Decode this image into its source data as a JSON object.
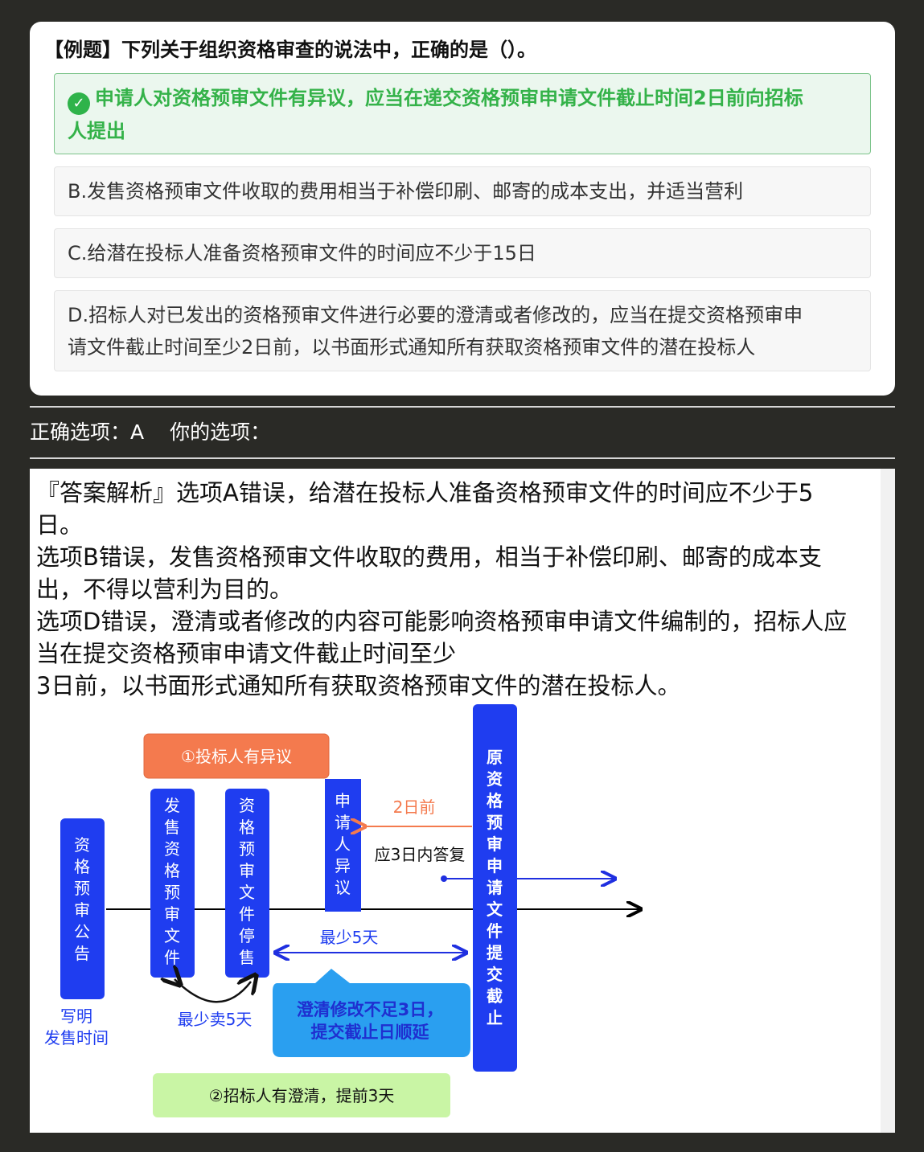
{
  "question": {
    "title": "【例题】下列关于组织资格审查的说法中，正确的是（）。"
  },
  "options": [
    {
      "text": "申请人对资格预审文件有异议，应当在递交资格预审申请文件截止时间2日前向招标人提出",
      "line1": "申请人对资格预审文件有异议，应当在递交资格预审申请文件截止时间2日前向招标",
      "line2": "人提出",
      "correct": true
    },
    {
      "text": "B.发售资格预审文件收取的费用相当于补偿印刷、邮寄的成本支出，并适当营利",
      "correct": false
    },
    {
      "text": "C.给潜在投标人准备资格预审文件的时间应不少于15日",
      "correct": false
    },
    {
      "line1": "D.招标人对已发出的资格预审文件进行必要的澄清或者修改的，应当在提交资格预审申",
      "line2": "请文件截止时间至少2日前，以书面形式通知所有获取资格预审文件的潜在投标人",
      "correct": false
    }
  ],
  "result": {
    "correct_label": "正确选项：A",
    "your_label": "你的选项："
  },
  "analysis": {
    "lines": [
      "『答案解析』选项A错误，给潜在投标人准备资格预审文件的时间应不少于5",
      "日。",
      "选项B错误，发售资格预审文件收取的费用，相当于补偿印刷、邮寄的成本支",
      "出，不得以营利为目的。",
      "选项D错误，澄清或者修改的内容可能影响资格预审申请文件编制的，招标人应",
      "当在提交资格预审申请文件截止时间至少",
      "3日前，以书面形式通知所有获取资格预审文件的潜在投标人。"
    ]
  },
  "diagram": {
    "objection_box": "①投标人有异议",
    "col_announcement": "资格预审公告",
    "col_sell": "发售资格预审文件",
    "col_stop": "资格预审文件停售",
    "col_applicant": "申请人异议",
    "col_deadline": "原资格预审申请文件提交截止",
    "label_2days": "2日前",
    "label_3days_reply": "应3日内答复",
    "label_min5": "最少5天",
    "label_sell5": "最少卖5天",
    "note_write_1": "写明",
    "note_write_2": "发售时间",
    "callout_1": "澄清修改不足3日，",
    "callout_2": "提交截止日顺延",
    "clarify_box": "②招标人有澄清，提前3天",
    "colors": {
      "blue": "#1f3df0",
      "orange": "#f47a4e",
      "green": "#c9f5a5",
      "callout": "#2a9ff0"
    }
  }
}
